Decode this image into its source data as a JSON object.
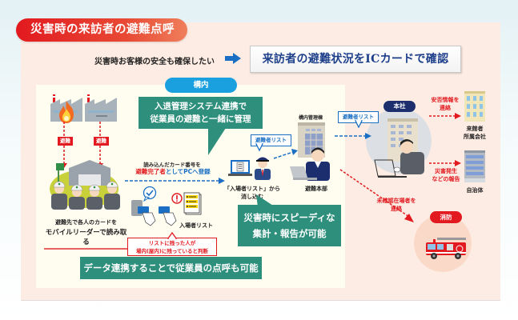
{
  "title": "災害時の来訪者の避難点呼",
  "lead": {
    "text": "災害時お客様の安全も確保したい",
    "headline": "来訪者の避難状況をICカードで確認"
  },
  "premises": {
    "label": "構内",
    "bubble_top": [
      "入退管理システム連携で",
      "従業員の避難と一緒に管理"
    ],
    "evacuate_tags": [
      "避難",
      "避難"
    ],
    "assembly_caption": "避難先で各人のカードを",
    "assembly_caption_underlined": "モバイルリーダーで読み取る",
    "register_line1": "読み込んだカード番号を",
    "register_line2_red": "避難完了者",
    "register_line2_blue": "としてPCへ登録",
    "visitor_list_label": "入場者リスト",
    "remaining_callout": [
      "リストに残った人が",
      "場内(屋内)に残っていると判断"
    ],
    "guard_caption": [
      "「入場者リスト」から",
      "消し込む"
    ],
    "evacuee_list_tag": "避難者リスト",
    "bldg_label": "構内管理棟",
    "hq_label": "避難本部",
    "bubble_bottom": [
      "災害時にスピーディな",
      "集計・報告が可能"
    ],
    "data_bubble": "データ連携することで従業員の点呼も可能"
  },
  "outside": {
    "evacuee_list_tag": "避難者リスト",
    "head_office": "本社",
    "safety_info": [
      "安否情報を",
      "連絡"
    ],
    "visitor_company": [
      "来館者",
      "所属会社"
    ],
    "disaster_report": [
      "災害発生",
      "などの報告"
    ],
    "municipality": "自治体",
    "unconfirmed": [
      "未確認在場者を",
      "連絡"
    ],
    "fire_dept": "消防"
  },
  "colors": {
    "title_red": "#e2191f",
    "accent_blue": "#1a6fc4",
    "pill_blue": "#1aa0df",
    "bubble_green": "#2e8f7c",
    "navy": "#1c2e6e",
    "panel_bg": "#fdece3",
    "card_bg": "#fffdf0"
  },
  "icons": [
    "factory-icon",
    "fire-icon",
    "warehouse-icon",
    "workers-icon",
    "card-reader-icon",
    "checkmark-icon",
    "list-icon",
    "alert-icon",
    "laptop-icon",
    "guard-icon",
    "building-icon",
    "manager-icon",
    "office-worker-icon",
    "fire-truck-icon",
    "arrow-right-icon"
  ]
}
